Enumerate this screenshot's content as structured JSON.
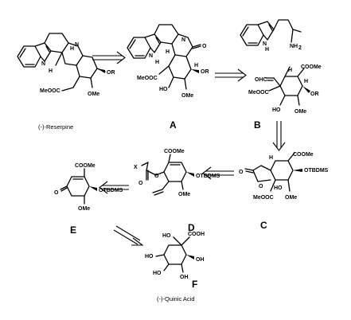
{
  "compounds": {
    "reserpine": {
      "caption": "(-)-Reserpine",
      "atoms": {
        "nh": "N",
        "h": "H",
        "h2": "H",
        "n": "N",
        "meooc": "MeOOC",
        "or": "OR",
        "ome": "OMe"
      }
    },
    "A": {
      "label": "A",
      "atoms": {
        "nh": "N",
        "h": "H",
        "h2": "H",
        "n": "N",
        "o": "O",
        "meooc": "MeOOC",
        "ho": "HO",
        "or": "OR",
        "ome": "OMe",
        "h3": "H"
      }
    },
    "tryptamine": {
      "atoms": {
        "nh": "N",
        "h": "H",
        "nh2": "NH",
        "sub2": "2"
      }
    },
    "B": {
      "label": "B",
      "atoms": {
        "ohc": "OHC",
        "coome": "COOMe",
        "meooc": "MeOOC",
        "ho": "HO",
        "or": "OR",
        "ome": "OMe",
        "h": "H",
        "h2": "H"
      }
    },
    "C": {
      "label": "C",
      "atoms": {
        "coome": "COOMe",
        "o": "O",
        "o2": "O",
        "meooc": "MeOOC",
        "otbdms": "OTBDMS",
        "ome": "OMe",
        "h": "H",
        "ho": "HO"
      }
    },
    "D": {
      "label": "D",
      "atoms": {
        "x": "X",
        "coome": "COOMe",
        "o": "O",
        "o2": "O",
        "otbdms": "OTBDMS",
        "ome": "OMe"
      }
    },
    "E": {
      "label": "E",
      "atoms": {
        "coome": "COOMe",
        "o": "O",
        "otbdms": "OTBDMS",
        "ome": "OMe"
      }
    },
    "F": {
      "label": "F",
      "caption": "(-)-Quinic Acid",
      "atoms": {
        "ho": "HO",
        "cooh": "COOH",
        "ho2": "HO",
        "ho3": "HO",
        "oh": "OH",
        "oh2": "OH"
      }
    }
  }
}
